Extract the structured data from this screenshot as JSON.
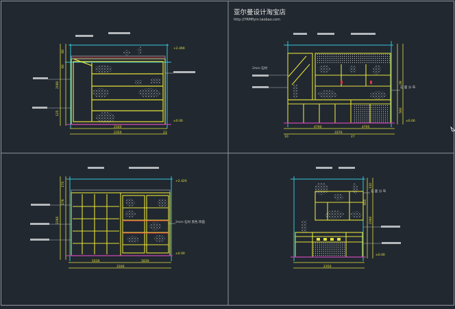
{
  "watermark": {
    "title": "亚尔曼设计淘宝店",
    "url": "http://YRMflyin.taobao.com"
  },
  "colors": {
    "background": "#212830",
    "viewport_border": "#8f969d",
    "cabinet": "#e6e23a",
    "dimension": "#e6e23a",
    "reference_line": "#35c7d9",
    "accent_red": "#e0343c",
    "floor": "#c23cb4",
    "annotation_bar": "#b5b9bd",
    "hatch": "#c9c9c9"
  },
  "views": [
    {
      "id": "top-left",
      "dimensions": {
        "width_parts": [
          "2340",
          "23"
        ],
        "overall": "2350",
        "height": "2080",
        "parts": [
          "80",
          "60",
          "125"
        ]
      },
      "tags": [
        "+2.490",
        "±0.00"
      ]
    },
    {
      "id": "top-right",
      "dimensions": {
        "width_parts": [
          "4790",
          "4795"
        ],
        "overall": "3370",
        "parts": [
          "10",
          "27",
          "28",
          "560"
        ]
      },
      "labels": [
        "2mm 石材",
        "石 面 分 布"
      ],
      "tags": [
        "±0.00"
      ]
    },
    {
      "id": "bottom-left",
      "dimensions": {
        "width_parts": [
          "1630",
          "1830"
        ],
        "overall": "3160",
        "height": "2260",
        "parts": [
          "170",
          "176"
        ]
      },
      "labels": [
        "2mm 石材 黑色 饰面"
      ],
      "tags": [
        "+2.420",
        "±0.00"
      ]
    },
    {
      "id": "bottom-right",
      "dimensions": {
        "overall": "2350",
        "height": "2360",
        "parts": [
          "110",
          "800"
        ]
      },
      "labels": [
        "石 面 分 布"
      ],
      "tags": [
        "±0.00"
      ]
    }
  ]
}
